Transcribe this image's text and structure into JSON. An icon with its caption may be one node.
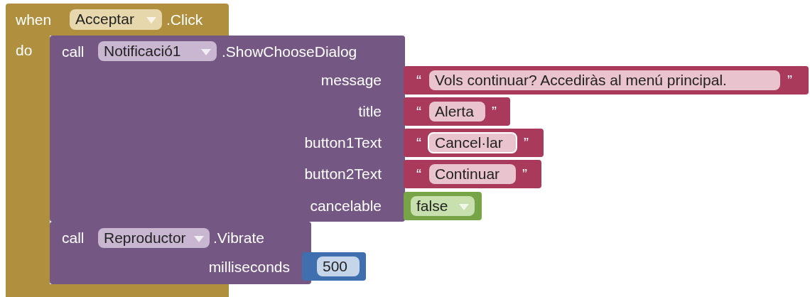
{
  "diagram": {
    "nodes": [
      {
        "text": [
          "when",
          ".Click",
          "do"
        ]
      },
      {
        "text": [
          "Acceptar"
        ],
        "in": 0
      },
      {
        "text": [
          "call",
          ".ShowChooseDialog",
          "message",
          "title",
          "button1Text",
          "button2Text",
          "cancelable"
        ]
      },
      {
        "text": [
          "Notificació1"
        ],
        "in": 2
      },
      {
        "text": [
          "“",
          "”"
        ]
      },
      {
        "text": [
          "Vols continuar? Accediràs al menú principal."
        ],
        "in": 4
      },
      {
        "text": [
          "“",
          "”"
        ]
      },
      {
        "text": [
          "Alerta"
        ],
        "in": 6
      },
      {
        "text": [
          "“",
          "”"
        ]
      },
      {
        "text": [
          "Cancel·lar"
        ],
        "in": 8
      },
      {
        "text": [
          "“",
          "”"
        ]
      },
      {
        "text": [
          "Continuar"
        ],
        "in": 10
      },
      {
        "text": [],
        "shape": "box"
      },
      {
        "text": [
          "false"
        ],
        "in": 12
      },
      {
        "text": [
          "call",
          ".Vibrate",
          "milliseconds"
        ]
      },
      {
        "text": [
          "Reproductor"
        ],
        "in": 14
      },
      {
        "text": [
          "500"
        ]
      }
    ],
    "edges": []
  }
}
